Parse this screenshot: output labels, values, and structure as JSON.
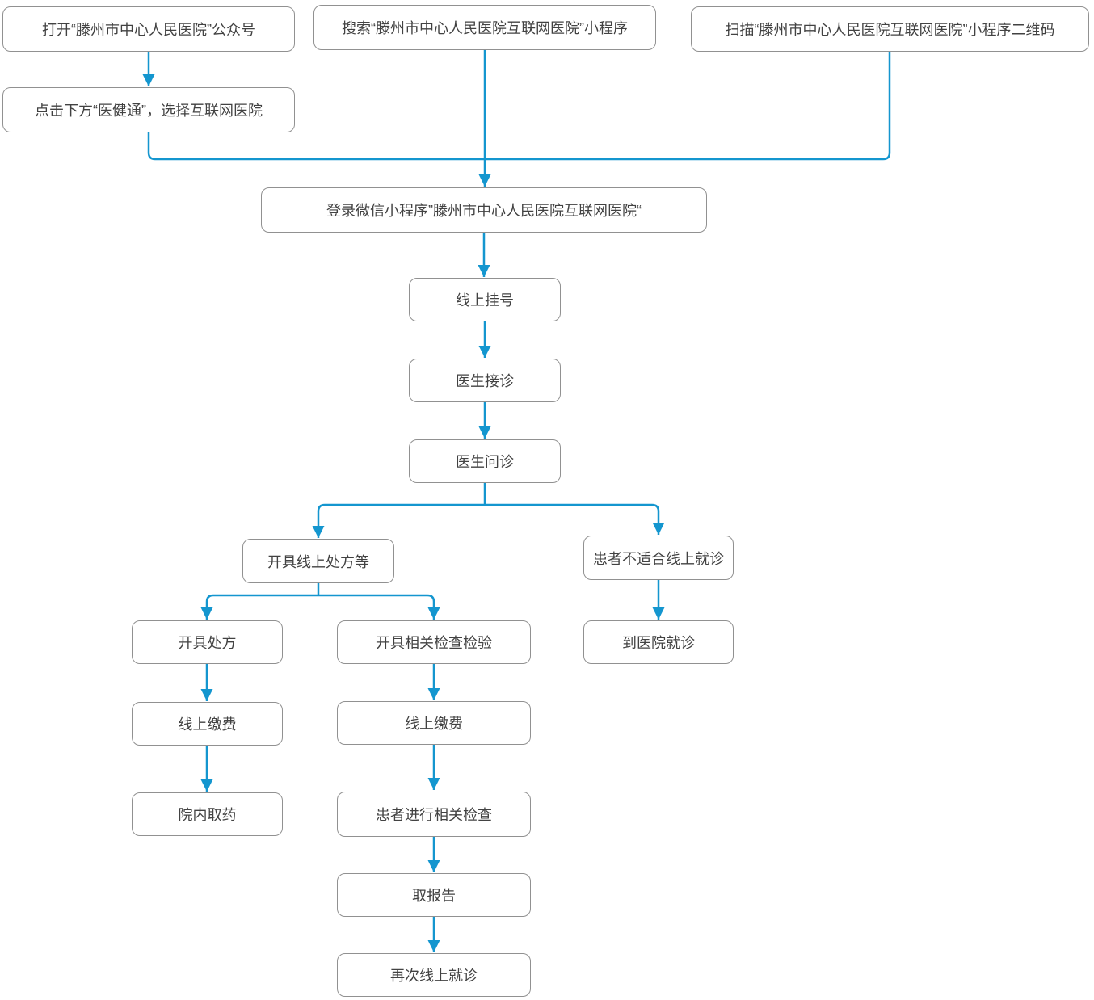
{
  "diagram": {
    "type": "flowchart",
    "colors": {
      "connector": "#1496cf",
      "node_border": "#919191",
      "node_fill": "#ffffff",
      "node_text": "#424242",
      "background": "#ffffff"
    },
    "nodes": [
      {
        "id": "open_official_account",
        "label": "打开“滕州市中心人民医院”公众号"
      },
      {
        "id": "click_yijiantong",
        "label": "点击下方“医健通”，选择互联网医院"
      },
      {
        "id": "search_miniprogram",
        "label": "搜索“滕州市中心人民医院互联网医院”小程序"
      },
      {
        "id": "scan_qrcode",
        "label": "扫描“滕州市中心人民医院互联网医院”小程序二维码"
      },
      {
        "id": "login_miniprogram",
        "label": "登录微信小程序”滕州市中心人民医院互联网医院“"
      },
      {
        "id": "online_register",
        "label": "线上挂号"
      },
      {
        "id": "doctor_receive",
        "label": "医生接诊"
      },
      {
        "id": "doctor_inquiry",
        "label": "医生问诊"
      },
      {
        "id": "issue_online_prescription",
        "label": "开具线上处方等"
      },
      {
        "id": "not_suitable_online",
        "label": "患者不适合线上就诊"
      },
      {
        "id": "issue_prescription",
        "label": "开具处方"
      },
      {
        "id": "issue_tests",
        "label": "开具相关检查检验"
      },
      {
        "id": "go_to_hospital",
        "label": "到医院就诊"
      },
      {
        "id": "pay_online_prescription",
        "label": "线上缴费"
      },
      {
        "id": "pay_online_tests",
        "label": "线上缴费"
      },
      {
        "id": "pickup_medicine_in_hospital",
        "label": "院内取药"
      },
      {
        "id": "patient_do_tests",
        "label": "患者进行相关检查"
      },
      {
        "id": "get_report",
        "label": "取报告"
      },
      {
        "id": "revisit_online",
        "label": "再次线上就诊"
      }
    ],
    "edges": [
      {
        "from": "open_official_account",
        "to": "click_yijiantong"
      },
      {
        "from": "click_yijiantong",
        "to": "login_miniprogram"
      },
      {
        "from": "search_miniprogram",
        "to": "login_miniprogram"
      },
      {
        "from": "scan_qrcode",
        "to": "login_miniprogram"
      },
      {
        "from": "login_miniprogram",
        "to": "online_register"
      },
      {
        "from": "online_register",
        "to": "doctor_receive"
      },
      {
        "from": "doctor_receive",
        "to": "doctor_inquiry"
      },
      {
        "from": "doctor_inquiry",
        "to": "issue_online_prescription"
      },
      {
        "from": "doctor_inquiry",
        "to": "not_suitable_online"
      },
      {
        "from": "issue_online_prescription",
        "to": "issue_prescription"
      },
      {
        "from": "issue_online_prescription",
        "to": "issue_tests"
      },
      {
        "from": "not_suitable_online",
        "to": "go_to_hospital"
      },
      {
        "from": "issue_prescription",
        "to": "pay_online_prescription"
      },
      {
        "from": "issue_tests",
        "to": "pay_online_tests"
      },
      {
        "from": "pay_online_prescription",
        "to": "pickup_medicine_in_hospital"
      },
      {
        "from": "pay_online_tests",
        "to": "patient_do_tests"
      },
      {
        "from": "patient_do_tests",
        "to": "get_report"
      },
      {
        "from": "get_report",
        "to": "revisit_online"
      }
    ]
  }
}
